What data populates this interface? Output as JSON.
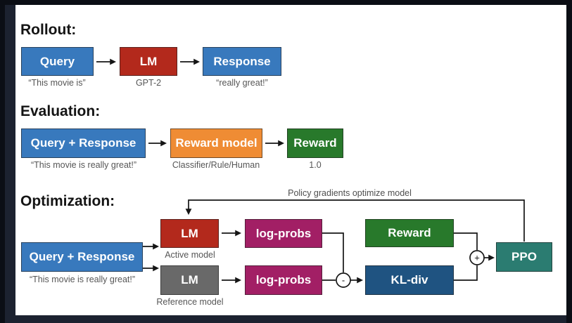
{
  "colors": {
    "blue": "#3879bd",
    "red": "#b3291c",
    "orange": "#ef8c34",
    "green": "#28792b",
    "magenta": "#a21f65",
    "navy": "#1f5381",
    "teal": "#2b7c71",
    "gray": "#696969"
  },
  "rollout": {
    "heading": "Rollout:",
    "steps": [
      {
        "label": "Query",
        "caption": "“This movie is”"
      },
      {
        "label": "LM",
        "caption": "GPT-2"
      },
      {
        "label": "Response",
        "caption": "“really great!”"
      }
    ]
  },
  "evaluation": {
    "heading": "Evaluation:",
    "steps": [
      {
        "label": "Query + Response",
        "caption": "“This movie is really great!”"
      },
      {
        "label": "Reward model",
        "caption": "Classifier/Rule/Human"
      },
      {
        "label": "Reward",
        "caption": "1.0"
      }
    ]
  },
  "optimization": {
    "heading": "Optimization:",
    "loop_label": "Policy gradients optimize model",
    "query_response": {
      "label": "Query + Response",
      "caption": "“This movie is really great!”"
    },
    "active_lm": {
      "label": "LM",
      "caption": "Active model"
    },
    "reference_lm": {
      "label": "LM",
      "caption": "Reference model"
    },
    "active_logprobs": {
      "label": "log-probs"
    },
    "reference_logprobs": {
      "label": "log-probs"
    },
    "reward": {
      "label": "Reward"
    },
    "kl_div": {
      "label": "KL-div"
    },
    "ppo": {
      "label": "PPO"
    },
    "operators": {
      "minus": "-",
      "plus": "+"
    }
  }
}
